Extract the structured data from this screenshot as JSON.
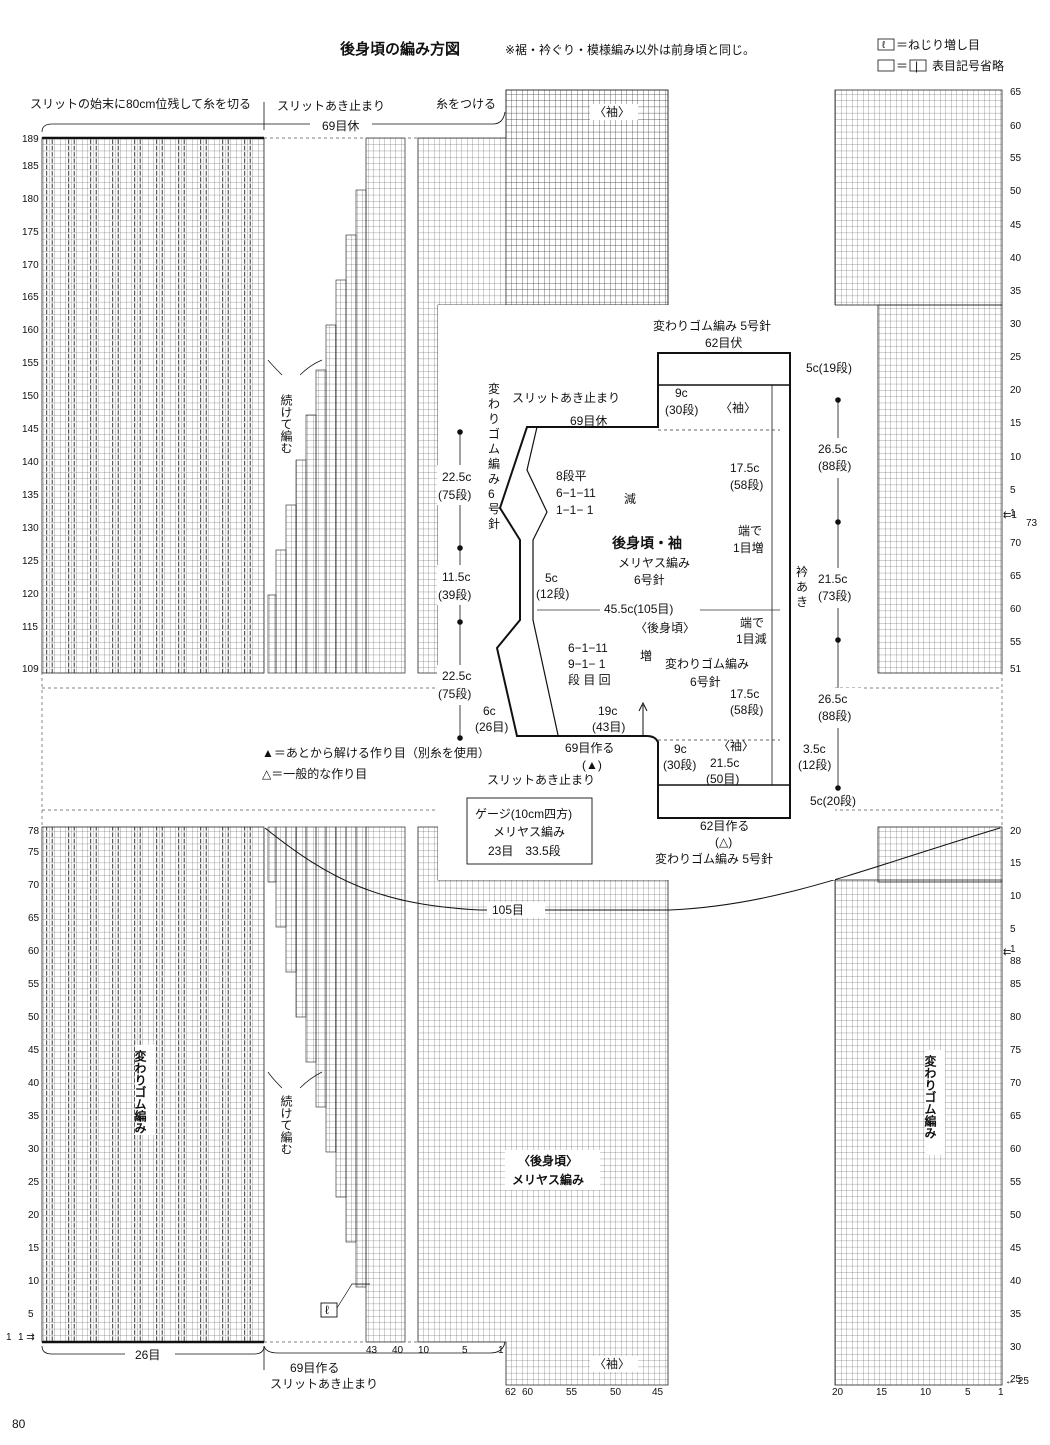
{
  "title": "後身頃の編み方図",
  "note": "※裾・衿ぐり・模様編み以外は前身頃と同じ。",
  "page_number": "80",
  "legend": {
    "increase_symbol": "ℓ",
    "increase_label": "＝ねじり増し目",
    "blank_label": "＝",
    "blank_symbol": "|",
    "blank_desc": "表目記号省略",
    "tri_filled": "▲＝あとから解ける作り目（別糸を使用）",
    "tri_open": "△＝一般的な作り目"
  },
  "chart_labels": {
    "slit_end_note": "スリットの始末に80cm位残して糸を切る",
    "slit_stop_top": "スリットあき止まり",
    "attach_yarn": "糸をつける",
    "sleeve": "〈袖〉",
    "rest_69": "69目休",
    "continue_knit_1": "続けて編む",
    "continue_knit_2": "続けて編む",
    "cast_on_69": "69目作る",
    "slit_stop_bottom": "スリットあき止まり",
    "count_26": "26目",
    "count_105": "105目",
    "rib_left": "変わりゴム編み",
    "rib_right": "変わりゴム編み",
    "back_body": "〈後身頃〉",
    "stockinette": "メリヤス編み",
    "ell": "ℓ"
  },
  "axis_numbers": {
    "top_left_rows": [
      "189",
      "185",
      "180",
      "175",
      "170",
      "165",
      "160",
      "155",
      "150",
      "145",
      "140",
      "135",
      "130",
      "125",
      "120",
      "115",
      "109"
    ],
    "top_right_rows": [
      "65",
      "60",
      "55",
      "50",
      "45",
      "40",
      "35",
      "30",
      "25",
      "20",
      "15",
      "10",
      "5",
      "1",
      "73",
      "70",
      "65",
      "60",
      "55",
      "51"
    ],
    "bottom_left_rows": [
      "78",
      "75",
      "70",
      "65",
      "60",
      "55",
      "50",
      "45",
      "40",
      "35",
      "30",
      "25",
      "20",
      "15",
      "10",
      "5",
      "1"
    ],
    "bottom_right_rows": [
      "20",
      "15",
      "10",
      "5",
      "1",
      "88",
      "85",
      "80",
      "75",
      "70",
      "65",
      "60",
      "55",
      "50",
      "45",
      "40",
      "35",
      "30",
      "25"
    ],
    "bottom_cols_left": [
      "43",
      "40",
      "10",
      "5",
      "1"
    ],
    "bottom_cols_right": [
      "62",
      "60",
      "55",
      "50",
      "45",
      "20",
      "15",
      "10",
      "5",
      "1"
    ]
  },
  "schematic": {
    "title": "後身頃・袖",
    "stitch": "メリヤス編み",
    "needle": "6号針",
    "top_rib": "変わりゴム編み 5号針",
    "bind_off_62": "62目伏",
    "top_5c": "5c(19段)",
    "slit_stop_1": "スリットあき止まり",
    "rest_69": "69目休",
    "sleeve_top_9c": "9c",
    "sleeve_top_rows": "(30段)",
    "sleeve_top_label": "〈袖〉",
    "rib_vertical": [
      "変",
      "わ",
      "り",
      "ゴ",
      "ム",
      "編",
      "み"
    ],
    "rib_needle": [
      "6",
      "号",
      "針"
    ],
    "dim_225a": "22.5c",
    "dim_225a_rows": "(75段)",
    "dim_115": "11.5c",
    "dim_115_rows": "(39段)",
    "dim_225b": "22.5c",
    "dim_225b_rows": "(75段)",
    "dec_8": "8段平",
    "dec_6": "6−1−11",
    "dec_1": "1−1− 1",
    "dec_label": "減",
    "dim_5c": "5c",
    "dim_5c_rows": "(12段)",
    "width_455": "45.5c(105目)",
    "back_label": "〈後身頃〉",
    "inc_6": "6−1−11",
    "inc_9": "9−1− 1",
    "inc_head": "段 目 回",
    "inc_label": "増",
    "rib_mid": "変わりゴム編み",
    "rib_mid_needle": "6号針",
    "dim_175a": "17.5c",
    "dim_175a_rows": "(58段)",
    "edge_inc_1": "端で",
    "edge_inc_2": "1目増",
    "collar": [
      "衿",
      "あ",
      "き"
    ],
    "edge_dec_1": "端で",
    "edge_dec_2": "1目減",
    "dim_175b": "17.5c",
    "dim_175b_rows": "(58段)",
    "dim_265a": "26.5c",
    "dim_265a_rows": "(88段)",
    "dim_215": "21.5c",
    "dim_215_rows": "(73段)",
    "dim_265b": "26.5c",
    "dim_265b_rows": "(88段)",
    "dim_6c": "6c",
    "dim_6c_rows": "(26目)",
    "dim_19c": "19c",
    "dim_19c_rows": "(43目)",
    "cast_69": "69目作る",
    "cast_69_sym": "(▲)",
    "slit_stop_2": "スリットあき止まり",
    "sleeve_bot_9c": "9c",
    "sleeve_bot_rows": "(30段)",
    "sleeve_bot_label": "〈袖〉",
    "dim_215b": "21.5c",
    "dim_215b_rows": "(50目)",
    "dim_35c": "3.5c",
    "dim_35c_rows": "(12段)",
    "bot_5c": "5c(20段)",
    "cast_62": "62目作る",
    "cast_62_sym": "(△)",
    "bot_rib": "変わりゴム編み 5号針",
    "gauge_title": "ゲージ(10cm四方)",
    "gauge_stitch": "メリヤス編み",
    "gauge_values": "23目　33.5段"
  }
}
